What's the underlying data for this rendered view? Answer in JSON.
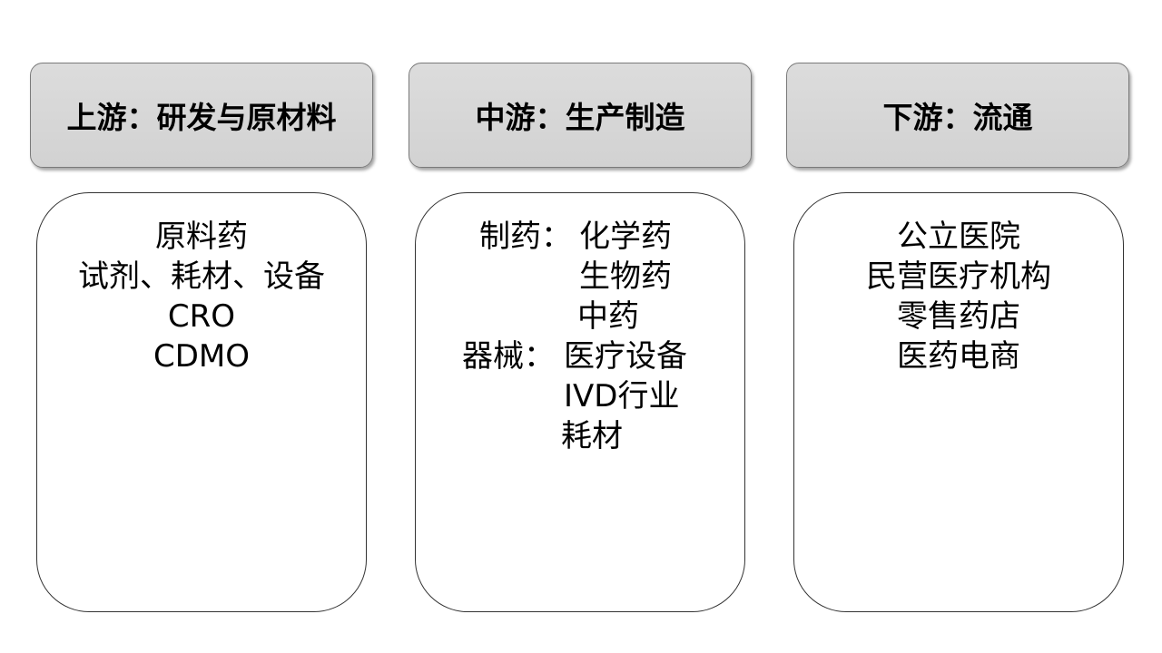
{
  "columns": [
    {
      "header": "上游：研发与原材料",
      "items": [
        "原料药",
        "试剂、耗材、设备",
        "CRO",
        "CDMO"
      ]
    },
    {
      "header": "中游：生产制造",
      "groups": [
        {
          "label": "制药：",
          "items": [
            "化学药",
            "生物药",
            "中药"
          ]
        },
        {
          "label": "器械：",
          "items": [
            "医疗设备",
            "IVD行业",
            "耗材"
          ]
        }
      ]
    },
    {
      "header": "下游：流通",
      "items": [
        "公立医院",
        "民营医疗机构",
        "零售药店",
        "医药电商"
      ]
    }
  ]
}
